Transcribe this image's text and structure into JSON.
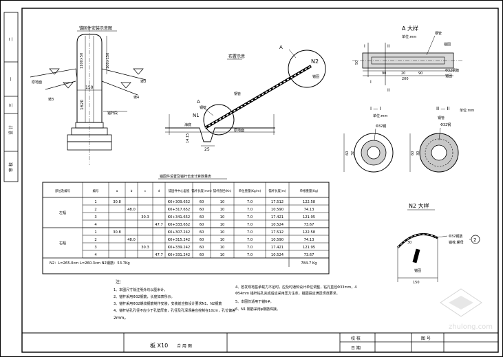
{
  "title_block": {
    "drawing_no": "板 X10",
    "label_right": "合 用 图",
    "check_label": "校 核",
    "date_label": "日 期",
    "figno_label": "图 号"
  },
  "side_strip": [
    "二",
    "一",
    "三",
    "设 计",
    "审 核"
  ],
  "views": {
    "anchor_view_title": "锚固件安装示意图",
    "layout_title": "布置示意",
    "detail_a_title": "A 大样",
    "detail_a_unit": "单位:mm",
    "section_i_title": "I — I",
    "section_i_unit": "单位:mm",
    "section_ii_title": "II — II",
    "section_ii_unit": "单位:mm",
    "n2_title": "N2 大样",
    "n2_callout_name": "N2",
    "pipe_label": "钢管",
    "anchor_label": "锚固",
    "spec_label": "Φ32钢",
    "spec_label2": "Φ32钢筋",
    "material_label": "Φ32钢筋",
    "material_sub": "锚栓,螺母",
    "circle_no": "2",
    "label_a": "A",
    "label_n1": "N1",
    "label_n2": "N2",
    "label_i": "I",
    "label_ii": "II",
    "sea_label": "海底",
    "bed_label": "原地面",
    "slope3": "坡3",
    "slope4": "坡4",
    "steel_pipe": "钢管",
    "anchor_seg": "锚杆段",
    "dim_150": "150",
    "dim_1620": "1620",
    "dim_1100": "1100×50",
    "dim_100": "100×150",
    "dim_25": "25",
    "dim_50": "50",
    "dim_60": "60",
    "dim_90a": "90",
    "dim_20": "20",
    "dim_90b": "90",
    "dim_200": "200",
    "dim_30": "30",
    "dim_32": "32",
    "dim_1415": "14.15",
    "dim_150b": "150"
  },
  "table": {
    "title": "锚固件设置及锚杆长度计算数量表",
    "headers": [
      "部位及编号",
      "编号",
      "a",
      "b",
      "c",
      "d",
      "锚固件中心里程",
      "锚杆长度(mm)",
      "锚杆直径(Kn)",
      "单位重量(Kg/m)",
      "锚杆长度(m)",
      "单根重量(Kg)"
    ],
    "groups": [
      {
        "name": "左幅",
        "rows": [
          [
            "1",
            "30.8",
            "",
            "",
            "",
            "K0+309.652",
            "60",
            "10",
            "7.0",
            "17.512",
            "122.58"
          ],
          [
            "2",
            "",
            "48.0",
            "",
            "",
            "K0+317.652",
            "60",
            "10",
            "7.0",
            "10.590",
            "74.13"
          ],
          [
            "3",
            "",
            "",
            "30.3",
            "",
            "K0+341.652",
            "60",
            "10",
            "7.0",
            "17.421",
            "121.95"
          ],
          [
            "4",
            "",
            "",
            "",
            "47.7",
            "K0+333.652",
            "60",
            "10",
            "7.0",
            "10.524",
            "73.67"
          ]
        ]
      },
      {
        "name": "右幅",
        "rows": [
          [
            "1",
            "30.8",
            "",
            "",
            "",
            "K0+307.242",
            "60",
            "10",
            "7.0",
            "17.512",
            "122.58"
          ],
          [
            "2",
            "",
            "48.0",
            "",
            "",
            "K0+315.242",
            "60",
            "10",
            "7.0",
            "10.590",
            "74.13"
          ],
          [
            "3",
            "",
            "",
            "30.3",
            "",
            "K0+339.242",
            "60",
            "10",
            "7.0",
            "17.421",
            "121.95"
          ],
          [
            "4",
            "",
            "",
            "",
            "47.7",
            "K0+331.242",
            "60",
            "10",
            "7.0",
            "10.524",
            "73.67"
          ]
        ]
      }
    ],
    "footer_left": "N2：L=265.0cm   L=260.3cm   N2钢筋：53.7Kg",
    "footer_total": "784.7 Kg"
  },
  "notes": {
    "heading": "注：",
    "left": [
      "1、本图尺寸除注明外均以厘米计。",
      "2、锚杆采用Φ32钢筋，长度如表所示。",
      "3、锚杆采用Φ32螺纹钢筋制作安装，安装前应按设计要求N1、N2钢筋",
      "4、锚杆钻孔孔径不应小于孔壁厚度，孔径及孔深误差应控制在10cm，孔位偏差",
      "2mm。"
    ],
    "right": [
      "4、若发现地基承载力不足时，应及时通知设计单位调整，钻孔直径Φ33mm，4",
      "Φ54mm 锚杆钻孔完成后应采用压力注浆，锚固段应满足规范要求。",
      "5、本图仅适用于锚6#。",
      "6、N1 钢筋采用φ钢筋焊接。"
    ]
  },
  "watermark": "zhulong.com"
}
